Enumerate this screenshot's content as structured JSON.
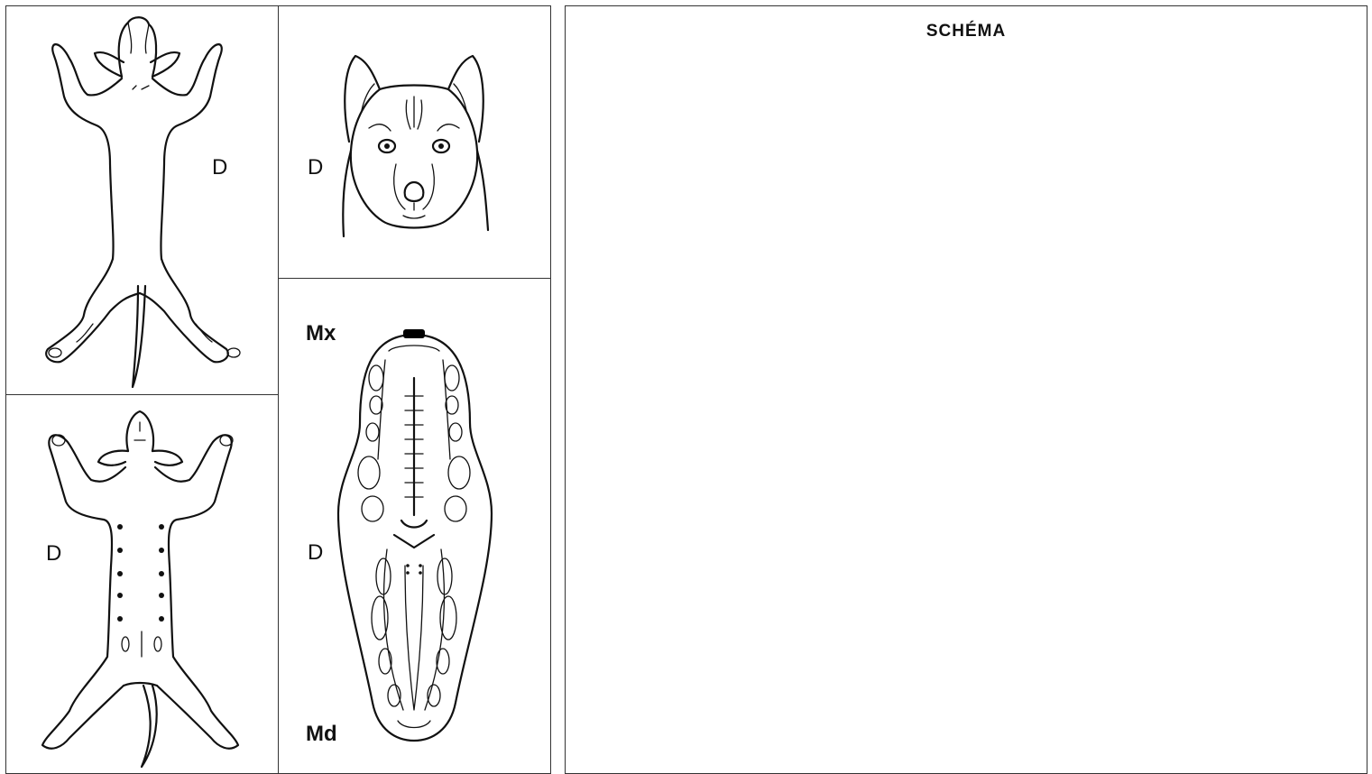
{
  "schema": {
    "title": "SCHÉMA"
  },
  "panels": {
    "dorsal_body": {
      "side_label": "D"
    },
    "head": {
      "side_label": "D"
    },
    "ventral_body": {
      "side_label": "D"
    },
    "mouth": {
      "upper_label": "Mx",
      "side_label": "D",
      "lower_label": "Md"
    }
  }
}
